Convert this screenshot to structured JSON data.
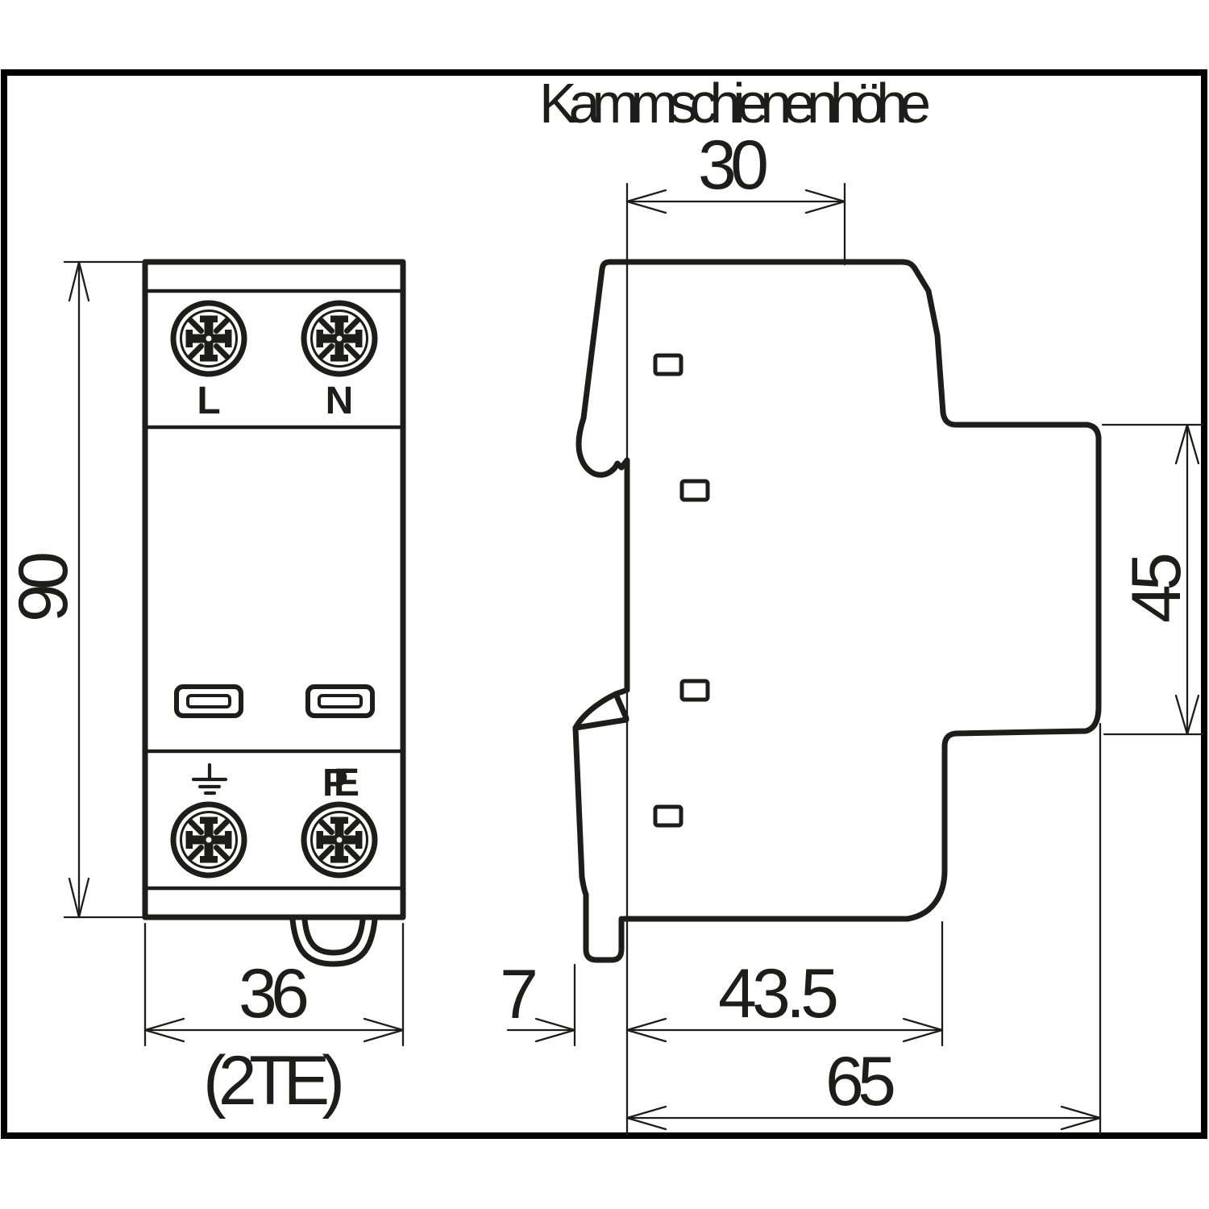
{
  "drawing": {
    "kind": "technical dimension drawing",
    "ink_color": "#1d1d1b",
    "background_color": "#ffffff",
    "front_view": {
      "terminal_left_label": "L",
      "terminal_right_label": "N",
      "terminal_pe_label": "PE",
      "height_dim": "90",
      "width_dim": "36",
      "width_note": "(2TE)"
    },
    "side_view": {
      "title": "Kammschienenhöhe",
      "comb_rail_width_dim": "30",
      "rail_cutout_height_dim": "45",
      "rear_depth_dim": "7",
      "front_depth_dim": "43.5",
      "total_depth_dim": "65"
    }
  }
}
